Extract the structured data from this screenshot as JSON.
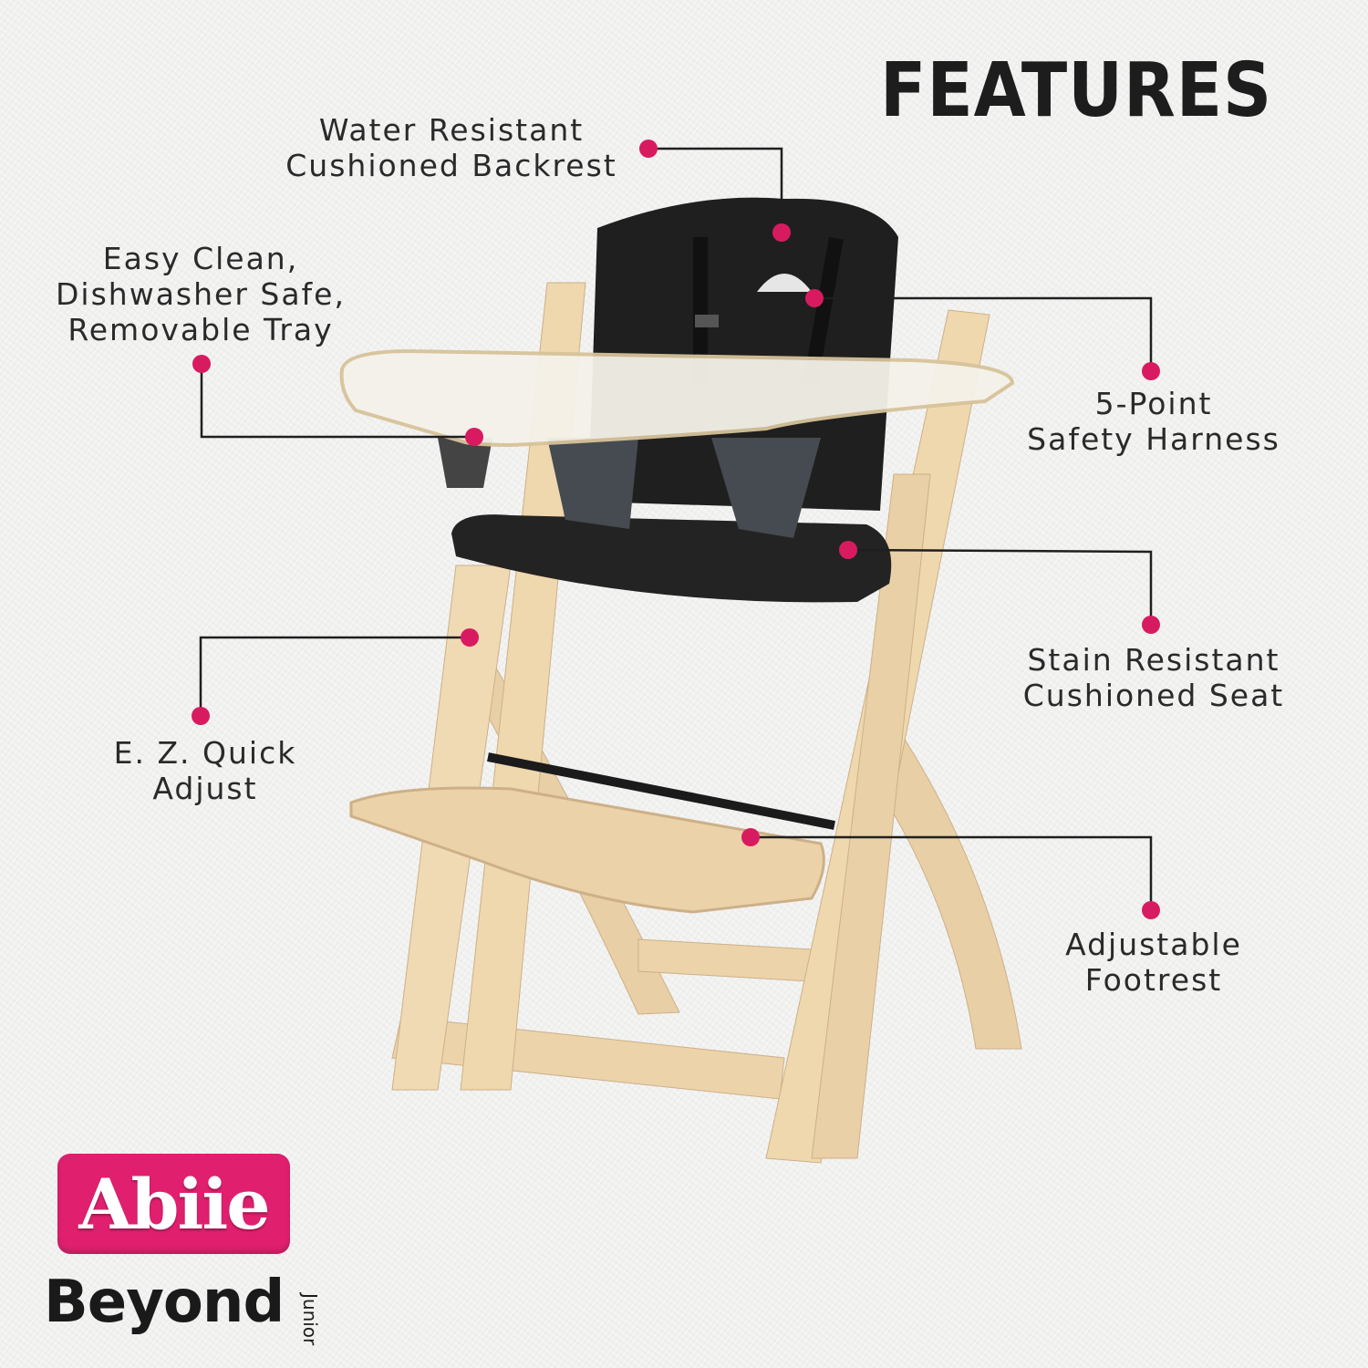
{
  "header": {
    "title": "FEATURES"
  },
  "accent_color": "#d81b60",
  "features": [
    {
      "label": "Water Resistant\nCushioned Backrest"
    },
    {
      "label": "Easy Clean,\nDishwasher Safe,\nRemovable Tray"
    },
    {
      "label": "5-Point\nSafety Harness"
    },
    {
      "label": "Stain Resistant\nCushioned Seat"
    },
    {
      "label": "E. Z. Quick\nAdjust"
    },
    {
      "label": "Adjustable\nFootrest"
    }
  ],
  "brand": {
    "logo": "Abiie",
    "product": "Beyond",
    "product_suffix": "Junior"
  }
}
